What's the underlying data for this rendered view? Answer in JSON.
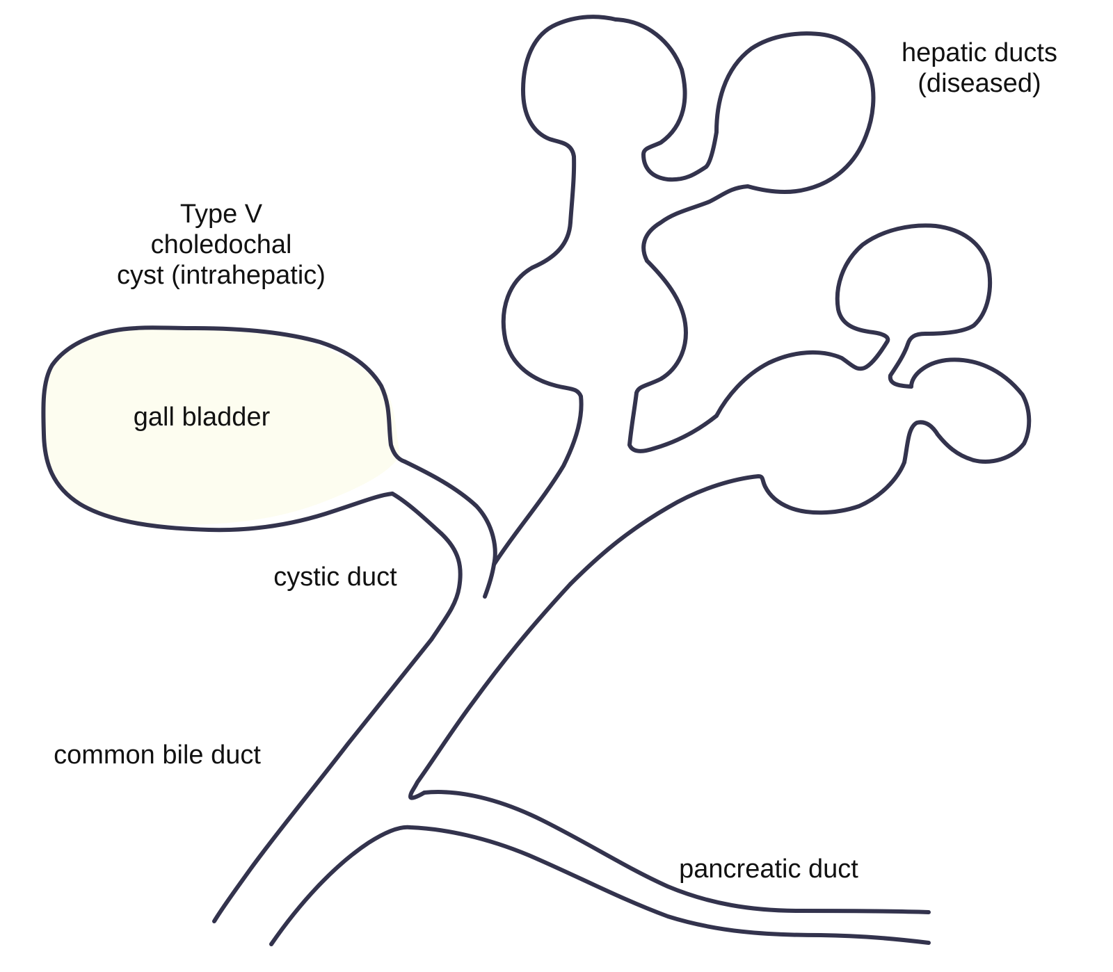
{
  "labels": {
    "hepatic_ducts_line1": "hepatic ducts",
    "hepatic_ducts_line2": "(diseased)",
    "type_line1": "Type V",
    "type_line2": "choledochal",
    "type_line3": "cyst (intrahepatic)",
    "gall_bladder": "gall bladder",
    "cystic_duct": "cystic duct",
    "common_bile_duct": "common bile duct",
    "pancreatic_duct": "pancreatic duct"
  },
  "colors": {
    "outline": "#33334d",
    "text": "#111111",
    "fill_tint": "#fdfdf0",
    "background": "#ffffff"
  }
}
